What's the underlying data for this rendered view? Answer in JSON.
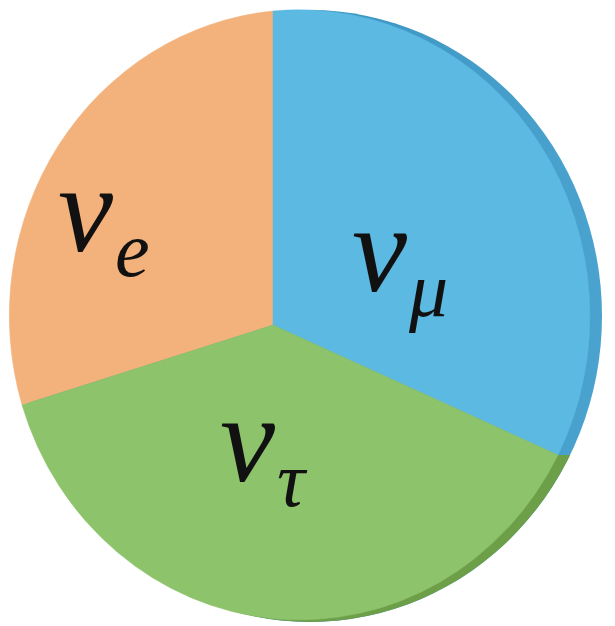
{
  "diagram": {
    "nodes": [
      {
        "text": [
          "ν",
          "e"
        ]
      },
      {
        "text": [
          "ν",
          "μ"
        ]
      },
      {
        "text": [
          "ν",
          "τ"
        ]
      }
    ]
  }
}
